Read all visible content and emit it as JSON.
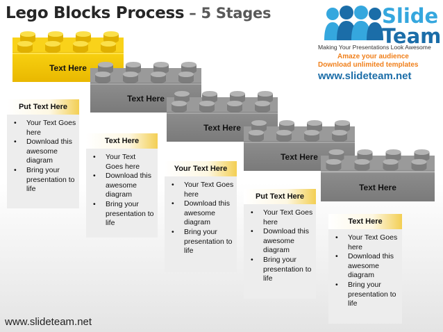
{
  "title": {
    "main": "Lego Blocks Process",
    "dash": " – ",
    "stages": "5 Stages"
  },
  "footer_url": "www.slideteam.net",
  "logo": {
    "slide": "Slide",
    "team": "Team",
    "tagline": "Making Your Presentations Look Awesome",
    "line1": "Amaze your audience",
    "line2": "Download unlimited templates",
    "website": "www.slideteam.net"
  },
  "colors": {
    "yellow": "#f5c400",
    "gray": "#808080"
  },
  "blocks": [
    {
      "label": "Text Here"
    },
    {
      "label": "Text Here"
    },
    {
      "label": "Text Here"
    },
    {
      "label": "Text Here"
    },
    {
      "label": "Text Here"
    }
  ],
  "panels": [
    {
      "title": "Put Text Here",
      "bullets": [
        "Your Text Goes here",
        "Download this awesome diagram",
        "Bring your presentation to life"
      ]
    },
    {
      "title": "Text Here",
      "bullets": [
        "Your Text Goes here",
        "Download this awesome diagram",
        "Bring your presentation to life"
      ]
    },
    {
      "title": "Your Text Here",
      "bullets": [
        "Your Text Goes here",
        "Download this awesome diagram",
        "Bring your presentation to life"
      ]
    },
    {
      "title": "Put Text Here",
      "bullets": [
        "Your Text Goes here",
        "Download this awesome diagram",
        "Bring your presentation to life"
      ]
    },
    {
      "title": "Text Here",
      "bullets": [
        "Your Text Goes here",
        "Download this awesome diagram",
        "Bring your presentation to life"
      ]
    }
  ]
}
